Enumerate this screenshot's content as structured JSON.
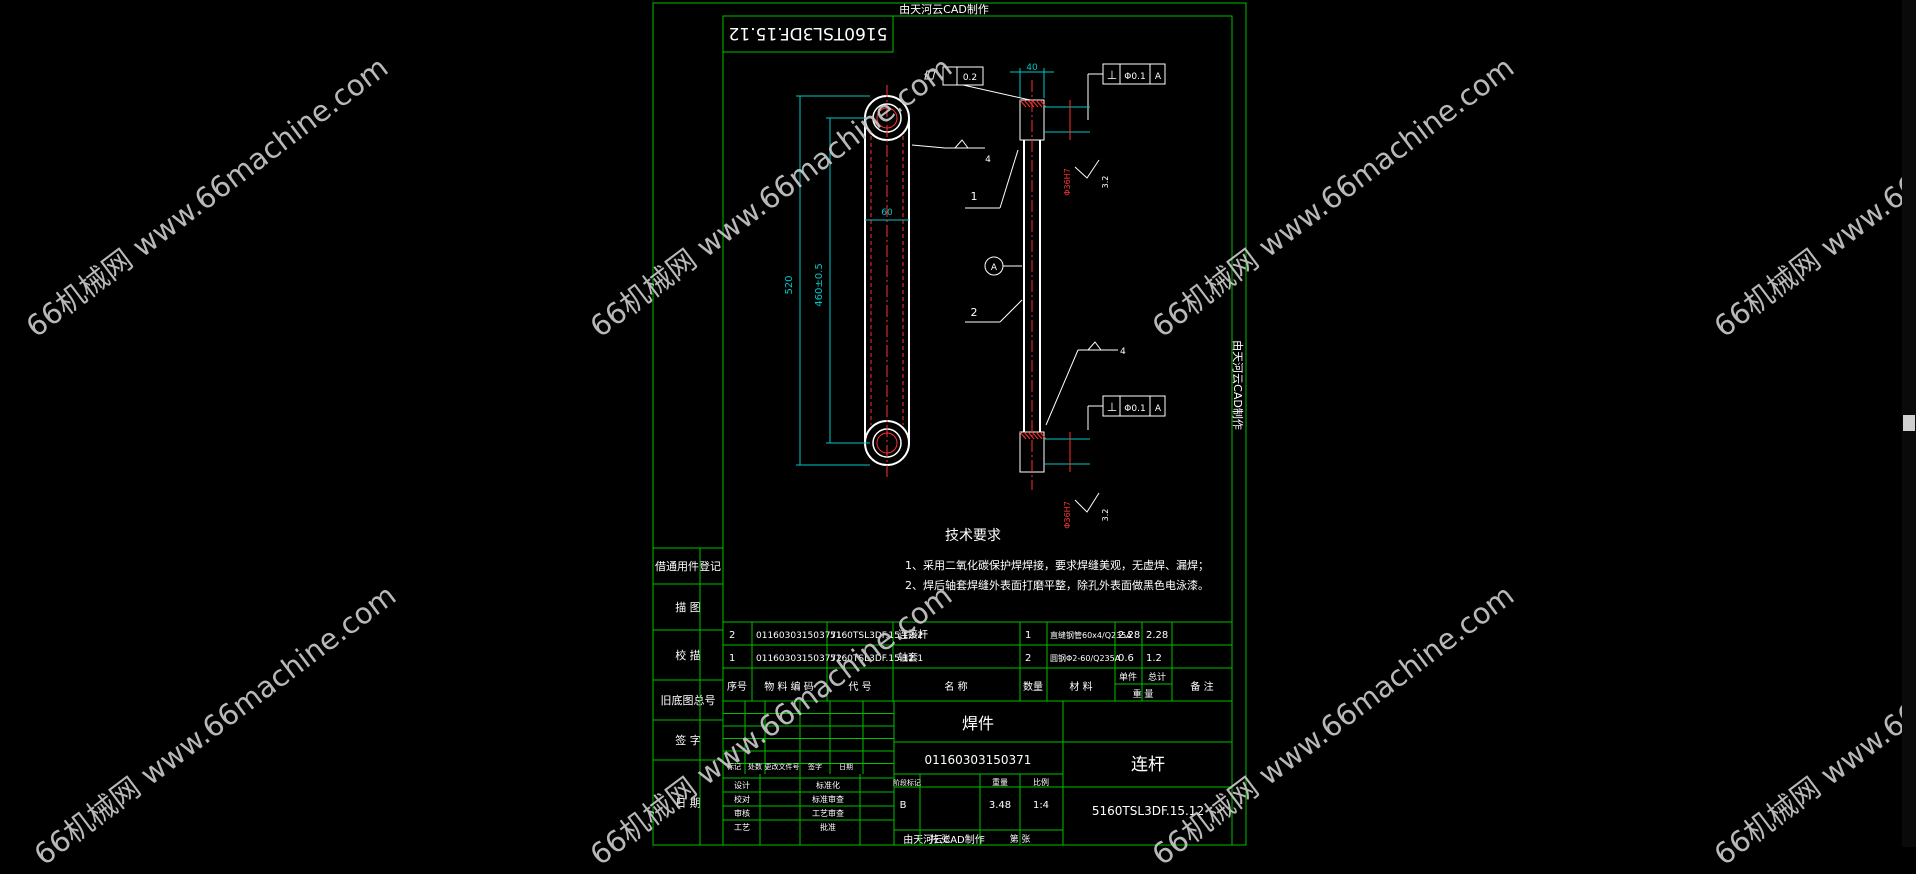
{
  "colors": {
    "frame": "#00c000",
    "part": "#ffffff",
    "dim": "#00c8c8",
    "center": "#ff3030",
    "callout": "#ffffff",
    "text": "#ffffff",
    "tol": "#ffffff",
    "red": "#ff3030",
    "green": "#00c000"
  },
  "header": {
    "top_note": "由天河云CAD制作",
    "bottom_note": "由天河云CAD制作",
    "side_note": "由天河云CAD制作",
    "drawing_no_mirror": "5160TSL3DF.15.12"
  },
  "views": {
    "front": {
      "dim_overall": "520",
      "dim_center": "460±0.5",
      "dim_width": "60"
    },
    "side": {
      "dim_top": "40",
      "flatness": "0.2",
      "perp_top": "⊥ Φ0.1 A",
      "perp_bottom": "⊥ Φ0.1 A",
      "datum": "A",
      "fit_top": "Φ36H7",
      "fit_bottom": "Φ36H7",
      "surf": "3.2",
      "weld_top": "4",
      "weld_bottom": "4",
      "item1": "1",
      "item2": "2"
    }
  },
  "tech": {
    "title": "技术要求",
    "lines": [
      "1、采用二氧化碳保护焊焊接，要求焊缝美观，无虚焊、漏焊；",
      "2、焊后轴套焊缝外表面打磨平整，除孔外表面做黑色电泳漆。"
    ]
  },
  "bom": {
    "rows": [
      {
        "no": "2",
        "code": "011603031503771",
        "drawing": "5160TSL3DF.15.12-2",
        "name": "连接杆",
        "qty": "1",
        "material": "直缝钢管60x4/Q235A",
        "unit": "2.28",
        "total": "2.28",
        "remark": ""
      },
      {
        "no": "1",
        "code": "011603031503772",
        "drawing": "5160TSL3DF.15.12-1",
        "name": "轴套",
        "qty": "2",
        "material": "圆钢Φ2-60/Q235A",
        "unit": "0.6",
        "total": "1.2",
        "remark": ""
      }
    ],
    "headers": {
      "no": "序号",
      "code": "物 料 编 码",
      "drawing": "代    号",
      "name": "名    称",
      "qty": "数量",
      "material": "材    料",
      "unit": "单件",
      "total": "总计",
      "weight": "重  量",
      "remark": "备 注"
    }
  },
  "title_block": {
    "part_type": "焊件",
    "material_code": "01160303150371",
    "part_name": "连杆",
    "drawing_no": "5160TSL3DF.15.12",
    "stage": "B",
    "weight": "3.48",
    "scale": "1:4",
    "labels": {
      "mark": "标记",
      "count": "处数",
      "zone": "更改文件号",
      "sign": "签字",
      "date": "日期",
      "design": "设计",
      "check": "校对",
      "review": "审核",
      "process": "工艺",
      "std": "标准化",
      "approve": "批准",
      "stage_mark": "阶段标记",
      "weight": "重量",
      "scale": "比例",
      "sheets": "共   张",
      "sheet": "第   张",
      "std_review": "标准审查",
      "process_review": "工艺审查"
    }
  },
  "left_strip": [
    "借通用件登记",
    "描  图",
    "校  描",
    "旧底图总号",
    "签  字",
    "日  期"
  ],
  "watermark": "66机械网 www.66machine.com"
}
